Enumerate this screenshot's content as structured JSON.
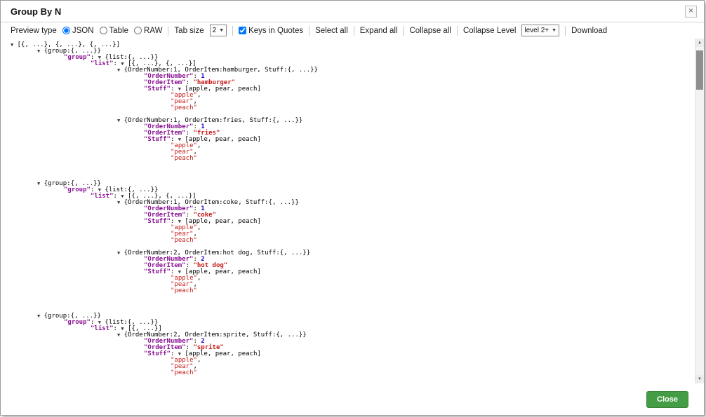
{
  "modal": {
    "title": "Group By N",
    "close_button_label": "Close"
  },
  "icons": {
    "close_x": "×",
    "scroll_up": "▲",
    "scroll_down": "▼",
    "dropdown_arrow": "▼"
  },
  "colors": {
    "json_key": "#881391",
    "json_number": "#1c00cf",
    "json_string": "#c41a16",
    "close_button_bg": "#449d44",
    "close_button_border": "#398439"
  },
  "toolbar": {
    "preview_type_label": "Preview type",
    "radios": [
      {
        "label": "JSON",
        "checked": true
      },
      {
        "label": "Table",
        "checked": false
      },
      {
        "label": "RAW",
        "checked": false
      }
    ],
    "tab_size_label": "Tab size",
    "tab_size_value": "2",
    "keys_in_quotes": {
      "label": "Keys in Quotes",
      "checked": true
    },
    "select_all_label": "Select all",
    "expand_all_label": "Expand all",
    "collapse_all_label": "Collapse all",
    "collapse_level_label": "Collapse Level",
    "collapse_level_value": "level 2+",
    "download_label": "Download"
  },
  "viewer": {
    "lines": [
      {
        "ind": 0,
        "gap": 0,
        "seg": [
          [
            "tri",
            "▼"
          ],
          [
            "pln",
            " [{, ...}, {, ...}, {, ...}]"
          ]
        ]
      },
      {
        "ind": 1,
        "gap": 0,
        "seg": [
          [
            "tri",
            "▼"
          ],
          [
            "pln",
            " {group:{, ...}}"
          ]
        ]
      },
      {
        "ind": 2,
        "gap": 0,
        "seg": [
          [
            "key",
            "\"group\""
          ],
          [
            "pln",
            ": "
          ],
          [
            "tri",
            "▼"
          ],
          [
            "pln",
            " {list:{, ...}}"
          ]
        ]
      },
      {
        "ind": 3,
        "gap": 0,
        "seg": [
          [
            "key",
            "\"list\""
          ],
          [
            "pln",
            ": "
          ],
          [
            "tri",
            "▼"
          ],
          [
            "pln",
            " [{, ...}, {, ...}]"
          ]
        ]
      },
      {
        "ind": 4,
        "gap": 0,
        "seg": [
          [
            "tri",
            "▼"
          ],
          [
            "pln",
            " {OrderNumber:1, OrderItem:hamburger, Stuff:{, ...}}"
          ]
        ]
      },
      {
        "ind": 5,
        "gap": 0,
        "seg": [
          [
            "key",
            "\"OrderNumber\""
          ],
          [
            "pln",
            ": "
          ],
          [
            "num",
            "1"
          ]
        ]
      },
      {
        "ind": 5,
        "gap": 0,
        "seg": [
          [
            "key",
            "\"OrderItem\""
          ],
          [
            "pln",
            ": "
          ],
          [
            "str",
            "\"hamburger\""
          ]
        ]
      },
      {
        "ind": 5,
        "gap": 0,
        "seg": [
          [
            "key",
            "\"Stuff\""
          ],
          [
            "pln",
            ": "
          ],
          [
            "tri",
            "▼"
          ],
          [
            "pln",
            " [apple, pear, peach]"
          ]
        ]
      },
      {
        "ind": 6,
        "gap": 0,
        "seg": [
          [
            "istr",
            "\"apple\""
          ],
          [
            "pln",
            ","
          ]
        ]
      },
      {
        "ind": 6,
        "gap": 0,
        "seg": [
          [
            "istr",
            "\"pear\""
          ],
          [
            "pln",
            ","
          ]
        ]
      },
      {
        "ind": 6,
        "gap": 0,
        "seg": [
          [
            "istr",
            "\"peach\""
          ]
        ]
      },
      {
        "ind": 4,
        "gap": 9,
        "seg": [
          [
            "tri",
            "▼"
          ],
          [
            "pln",
            " {OrderNumber:1, OrderItem:fries, Stuff:{, ...}}"
          ]
        ]
      },
      {
        "ind": 5,
        "gap": 0,
        "seg": [
          [
            "key",
            "\"OrderNumber\""
          ],
          [
            "pln",
            ": "
          ],
          [
            "num",
            "1"
          ]
        ]
      },
      {
        "ind": 5,
        "gap": 0,
        "seg": [
          [
            "key",
            "\"OrderItem\""
          ],
          [
            "pln",
            ": "
          ],
          [
            "str",
            "\"fries\""
          ]
        ]
      },
      {
        "ind": 5,
        "gap": 0,
        "seg": [
          [
            "key",
            "\"Stuff\""
          ],
          [
            "pln",
            ": "
          ],
          [
            "tri",
            "▼"
          ],
          [
            "pln",
            " [apple, pear, peach]"
          ]
        ]
      },
      {
        "ind": 6,
        "gap": 0,
        "seg": [
          [
            "istr",
            "\"apple\""
          ],
          [
            "pln",
            ","
          ]
        ]
      },
      {
        "ind": 6,
        "gap": 0,
        "seg": [
          [
            "istr",
            "\"pear\""
          ],
          [
            "pln",
            ","
          ]
        ]
      },
      {
        "ind": 6,
        "gap": 0,
        "seg": [
          [
            "istr",
            "\"peach\""
          ]
        ]
      },
      {
        "ind": 1,
        "gap": 27,
        "seg": [
          [
            "tri",
            "▼"
          ],
          [
            "pln",
            " {group:{, ...}}"
          ]
        ]
      },
      {
        "ind": 2,
        "gap": 0,
        "seg": [
          [
            "key",
            "\"group\""
          ],
          [
            "pln",
            ": "
          ],
          [
            "tri",
            "▼"
          ],
          [
            "pln",
            " {list:{, ...}}"
          ]
        ]
      },
      {
        "ind": 3,
        "gap": 0,
        "seg": [
          [
            "key",
            "\"list\""
          ],
          [
            "pln",
            ": "
          ],
          [
            "tri",
            "▼"
          ],
          [
            "pln",
            " [{, ...}, {, ...}]"
          ]
        ]
      },
      {
        "ind": 4,
        "gap": 0,
        "seg": [
          [
            "tri",
            "▼"
          ],
          [
            "pln",
            " {OrderNumber:1, OrderItem:coke, Stuff:{, ...}}"
          ]
        ]
      },
      {
        "ind": 5,
        "gap": 0,
        "seg": [
          [
            "key",
            "\"OrderNumber\""
          ],
          [
            "pln",
            ": "
          ],
          [
            "num",
            "1"
          ]
        ]
      },
      {
        "ind": 5,
        "gap": 0,
        "seg": [
          [
            "key",
            "\"OrderItem\""
          ],
          [
            "pln",
            ": "
          ],
          [
            "str",
            "\"coke\""
          ]
        ]
      },
      {
        "ind": 5,
        "gap": 0,
        "seg": [
          [
            "key",
            "\"Stuff\""
          ],
          [
            "pln",
            ": "
          ],
          [
            "tri",
            "▼"
          ],
          [
            "pln",
            " [apple, pear, peach]"
          ]
        ]
      },
      {
        "ind": 6,
        "gap": 0,
        "seg": [
          [
            "istr",
            "\"apple\""
          ],
          [
            "pln",
            ","
          ]
        ]
      },
      {
        "ind": 6,
        "gap": 0,
        "seg": [
          [
            "istr",
            "\"pear\""
          ],
          [
            "pln",
            ","
          ]
        ]
      },
      {
        "ind": 6,
        "gap": 0,
        "seg": [
          [
            "istr",
            "\"peach\""
          ]
        ]
      },
      {
        "ind": 4,
        "gap": 9,
        "seg": [
          [
            "tri",
            "▼"
          ],
          [
            "pln",
            " {OrderNumber:2, OrderItem:hot dog, Stuff:{, ...}}"
          ]
        ]
      },
      {
        "ind": 5,
        "gap": 0,
        "seg": [
          [
            "key",
            "\"OrderNumber\""
          ],
          [
            "pln",
            ": "
          ],
          [
            "num",
            "2"
          ]
        ]
      },
      {
        "ind": 5,
        "gap": 0,
        "seg": [
          [
            "key",
            "\"OrderItem\""
          ],
          [
            "pln",
            ": "
          ],
          [
            "str",
            "\"hot dog\""
          ]
        ]
      },
      {
        "ind": 5,
        "gap": 0,
        "seg": [
          [
            "key",
            "\"Stuff\""
          ],
          [
            "pln",
            ": "
          ],
          [
            "tri",
            "▼"
          ],
          [
            "pln",
            " [apple, pear, peach]"
          ]
        ]
      },
      {
        "ind": 6,
        "gap": 0,
        "seg": [
          [
            "istr",
            "\"apple\""
          ],
          [
            "pln",
            ","
          ]
        ]
      },
      {
        "ind": 6,
        "gap": 0,
        "seg": [
          [
            "istr",
            "\"pear\""
          ],
          [
            "pln",
            ","
          ]
        ]
      },
      {
        "ind": 6,
        "gap": 0,
        "seg": [
          [
            "istr",
            "\"peach\""
          ]
        ]
      },
      {
        "ind": 1,
        "gap": 27,
        "seg": [
          [
            "tri",
            "▼"
          ],
          [
            "pln",
            " {group:{, ...}}"
          ]
        ]
      },
      {
        "ind": 2,
        "gap": 0,
        "seg": [
          [
            "key",
            "\"group\""
          ],
          [
            "pln",
            ": "
          ],
          [
            "tri",
            "▼"
          ],
          [
            "pln",
            " {list:{, ...}}"
          ]
        ]
      },
      {
        "ind": 3,
        "gap": 0,
        "seg": [
          [
            "key",
            "\"list\""
          ],
          [
            "pln",
            ": "
          ],
          [
            "tri",
            "▼"
          ],
          [
            "pln",
            " [{, ...}]"
          ]
        ]
      },
      {
        "ind": 4,
        "gap": 0,
        "seg": [
          [
            "tri",
            "▼"
          ],
          [
            "pln",
            " {OrderNumber:2, OrderItem:sprite, Stuff:{, ...}}"
          ]
        ]
      },
      {
        "ind": 5,
        "gap": 0,
        "seg": [
          [
            "key",
            "\"OrderNumber\""
          ],
          [
            "pln",
            ": "
          ],
          [
            "num",
            "2"
          ]
        ]
      },
      {
        "ind": 5,
        "gap": 0,
        "seg": [
          [
            "key",
            "\"OrderItem\""
          ],
          [
            "pln",
            ": "
          ],
          [
            "str",
            "\"sprite\""
          ]
        ]
      },
      {
        "ind": 5,
        "gap": 0,
        "seg": [
          [
            "key",
            "\"Stuff\""
          ],
          [
            "pln",
            ": "
          ],
          [
            "tri",
            "▼"
          ],
          [
            "pln",
            " [apple, pear, peach]"
          ]
        ]
      },
      {
        "ind": 6,
        "gap": 0,
        "seg": [
          [
            "istr",
            "\"apple\""
          ],
          [
            "pln",
            ","
          ]
        ]
      },
      {
        "ind": 6,
        "gap": 0,
        "seg": [
          [
            "istr",
            "\"pear\""
          ],
          [
            "pln",
            ","
          ]
        ]
      },
      {
        "ind": 6,
        "gap": 0,
        "seg": [
          [
            "istr",
            "\"peach\""
          ]
        ]
      }
    ]
  }
}
